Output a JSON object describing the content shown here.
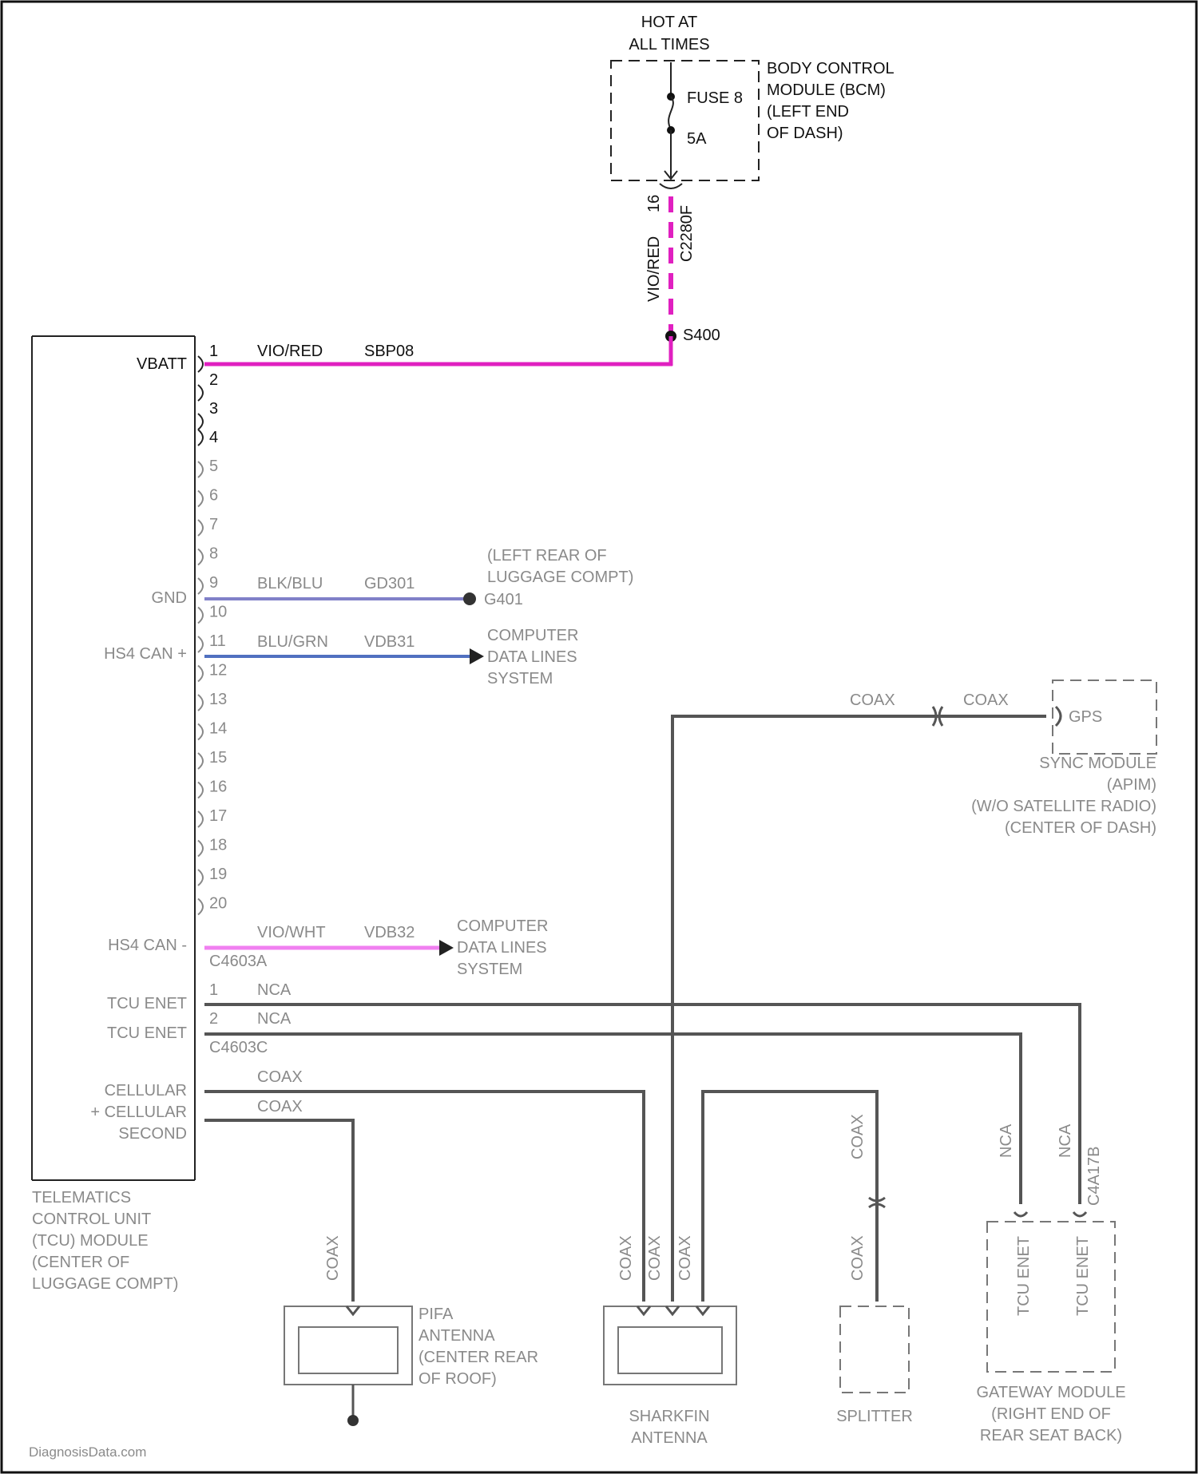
{
  "colors": {
    "vio_red": "#e020c0",
    "blk_blu": "#8080c8",
    "blu_grn": "#5070c0",
    "vio_wht": "#f080f0",
    "wire_gray": "#555555",
    "outline": "#111111",
    "faded_text": "#8a8a8a"
  },
  "power": {
    "hot_line1": "HOT AT",
    "hot_line2": "ALL TIMES",
    "bcm_line1": "BODY CONTROL",
    "bcm_line2": "MODULE (BCM)",
    "bcm_line3": "(LEFT END",
    "bcm_line4": "OF DASH)",
    "fuse_name": "FUSE 8",
    "fuse_rating": "5A",
    "pin": "16",
    "wire_color": "VIO/RED",
    "connector": "C2280F",
    "splice": "S400"
  },
  "tcu": {
    "vbatt": "VBATT",
    "pin1": "1",
    "pin2": "2",
    "pin3": "3",
    "pin4": "4",
    "wire_color": "VIO/RED",
    "circuit": "SBP08",
    "pins_lower": [
      "5",
      "6",
      "7",
      "8",
      "9",
      "10",
      "11",
      "12",
      "13",
      "14",
      "15",
      "16",
      "17",
      "18",
      "19",
      "20"
    ],
    "gnd": "GND",
    "gnd_wire": "BLK/BLU",
    "gnd_circuit": "GD301",
    "ground_loc1": "(LEFT REAR OF",
    "ground_loc2": "LUGGAGE COMPT)",
    "ground_id": "G401",
    "hs4_label": "HS4 CAN +",
    "hs4_wire": "BLU/GRN",
    "hs4_circuit": "VDB31",
    "cdl1_line1": "COMPUTER",
    "cdl1_line2": "DATA LINES",
    "cdl1_line3": "SYSTEM",
    "hs4m_label": "HS4 CAN -",
    "hs4m_wire": "VIO/WHT",
    "hs4m_circuit": "VDB32",
    "cdl2_line1": "COMPUTER",
    "cdl2_line2": "DATA LINES",
    "cdl2_line3": "SYSTEM",
    "conn_a": "C4603A",
    "enet1_label": "TCU ENET",
    "enet2_label": "TCU ENET",
    "enet_pin1": "1",
    "enet_pin2": "2",
    "enet_wire1": "NCA",
    "enet_wire2": "NCA",
    "conn_c": "C4603C",
    "cell1_label": "CELLULAR",
    "cell2_label1": "+ CELLULAR",
    "cell2_label2": "SECOND",
    "coax1": "COAX",
    "coax2": "COAX",
    "name_line1": "TELEMATICS",
    "name_line2": "CONTROL UNIT",
    "name_line3": "(TCU) MODULE",
    "name_line4": "(CENTER OF",
    "name_line5": "LUGGAGE COMPT)"
  },
  "gps": {
    "coax_left": "COAX",
    "coax_right": "COAX",
    "gps_label": "GPS",
    "module_line1": "SYNC MODULE",
    "module_line2": "(APIM)",
    "module_line3": "(W/O SATELLITE RADIO)",
    "module_line4": "(CENTER OF DASH)"
  },
  "pifa": {
    "coax": "COAX",
    "line1": "PIFA",
    "line2": "ANTENNA",
    "line3": "(CENTER REAR",
    "line4": "OF ROOF)"
  },
  "shark": {
    "coax1": "COAX",
    "coax2": "COAX",
    "coax3": "COAX",
    "line1": "SHARKFIN",
    "line2": "ANTENNA"
  },
  "splitter": {
    "coax_upper": "COAX",
    "coax_lower": "COAX",
    "label": "SPLITTER"
  },
  "gateway": {
    "nca1": "NCA",
    "nca2": "NCA",
    "conn": "C4A17B",
    "enet1": "TCU ENET",
    "enet2": "TCU ENET",
    "line1": "GATEWAY MODULE",
    "line2": "(RIGHT END OF",
    "line3": "REAR SEAT BACK)"
  },
  "watermark": "DiagnosisData.com"
}
